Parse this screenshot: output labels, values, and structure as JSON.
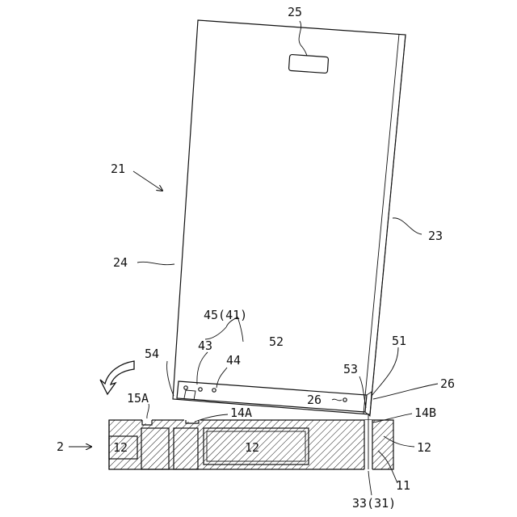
{
  "labels": {
    "l25": "25",
    "l21": "21",
    "l23": "23",
    "l24": "24",
    "l45": "45(41)",
    "l54": "54",
    "l43": "43",
    "l44": "44",
    "l52": "52",
    "l51": "51",
    "l53": "53",
    "l26a": "26",
    "l26b": "26",
    "l15a": "15A",
    "l14a": "14A",
    "l14b": "14B",
    "l2": "2",
    "l12a": "12",
    "l12b": "12",
    "l12c": "12",
    "l11": "11",
    "l33": "33(31)"
  },
  "colors": {
    "ink": "#111111",
    "paper": "#ffffff"
  },
  "icons": {
    "rotation_arrow": "curved-arrow-icon",
    "pointer": "arrow-icon"
  }
}
